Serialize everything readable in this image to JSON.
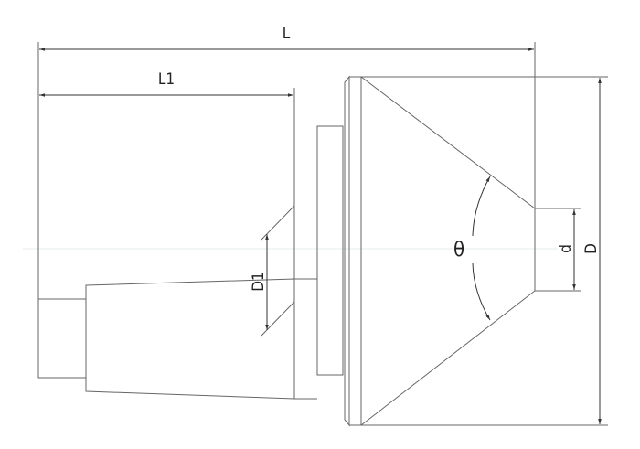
{
  "labels": {
    "L": "L",
    "L1": "L1",
    "D1": "D1",
    "theta": "θ",
    "d": "d",
    "D": "D"
  },
  "colors": {
    "line": "#555555",
    "centerline": "#e6ecec"
  }
}
